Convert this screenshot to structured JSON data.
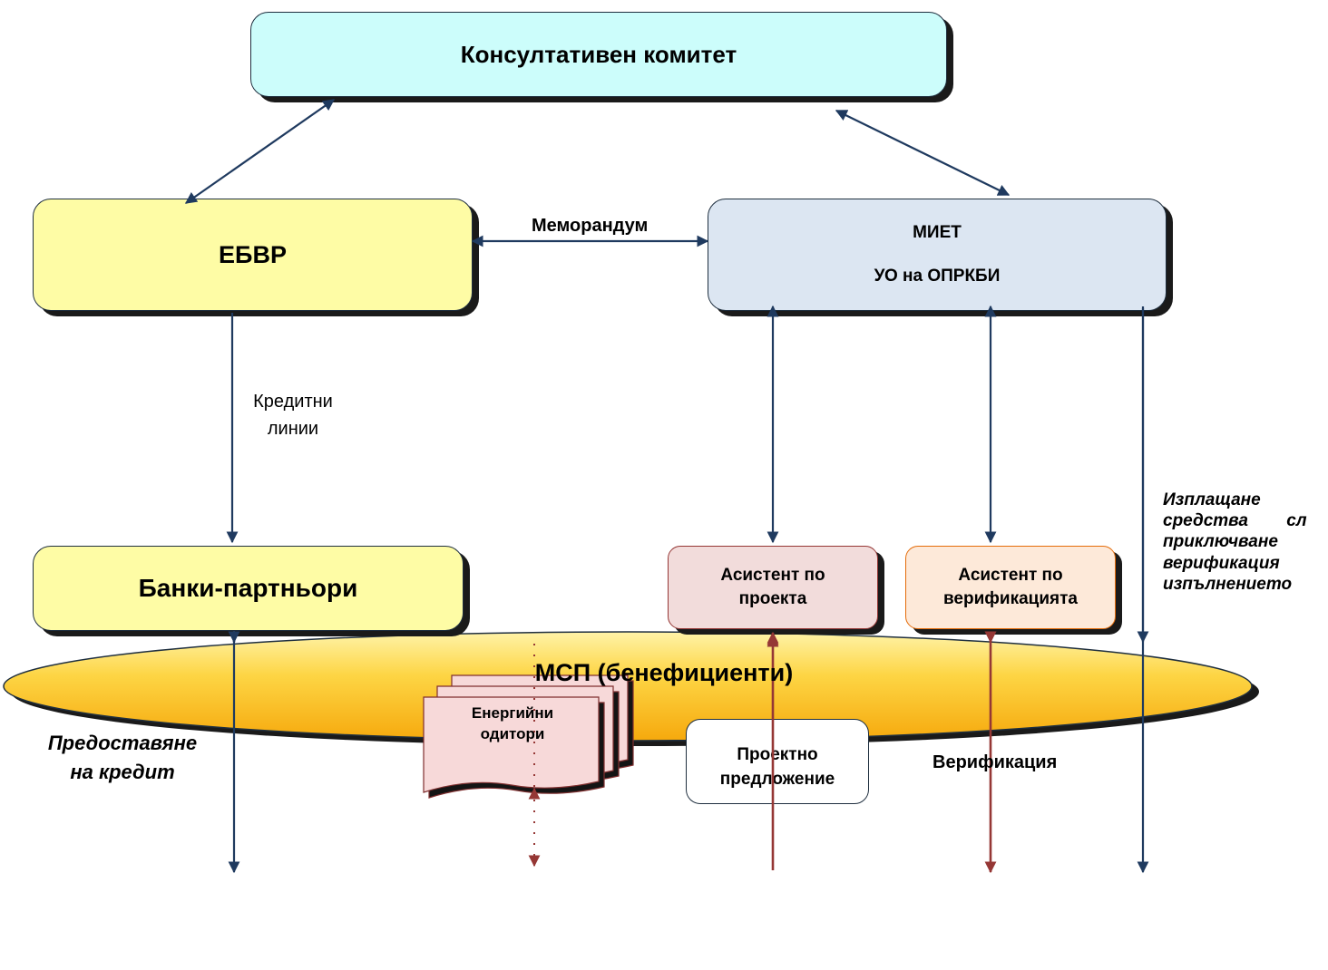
{
  "diagram": {
    "committee": "Консултативен комитет",
    "ebrd": "ЕБВР",
    "miet": {
      "line1": "МИЕТ",
      "line2": "УО на ОПРКБИ"
    },
    "banks": "Банки-партньори",
    "assistant_project": {
      "line1": "Асистент  по",
      "line2": "проекта"
    },
    "assistant_verification": {
      "line1": "Асистент по",
      "line2": "верификацията"
    },
    "auditors": {
      "line1": "Енергийни",
      "line2": "одитори"
    },
    "proposal": {
      "line1": "Проектно",
      "line2": "предложение"
    },
    "sme": "МСП (бенефициенти)",
    "memorandum": "Меморандум",
    "credit_lines": {
      "line1": "Кредитни",
      "line2": "линии"
    },
    "loan": {
      "line1": "Предоставяне",
      "line2": "на кредит"
    },
    "verification": "Верификация",
    "payment": "Изплащане\nсредства        сл\nприключване\nверификация\nизпълнението"
  },
  "colors": {
    "committee_fill": "#ccfdfb",
    "ebrd_fill": "#fefca5",
    "miet_fill": "#dce6f2",
    "assistant_project_fill": "#f2dcdb",
    "assistant_verification_fill": "#fde9d9",
    "sme_fill": "#fcc52a",
    "navy_arrow": "#1f3a5f",
    "red_arrow": "#953735"
  }
}
